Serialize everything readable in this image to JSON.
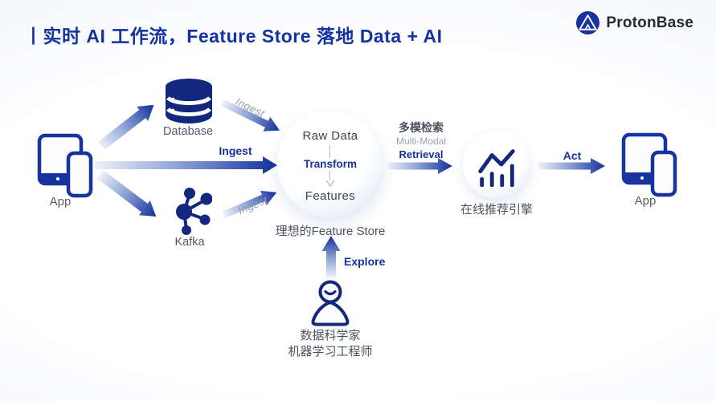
{
  "header": {
    "title": "丨实时 AI 工作流，Feature Store 落地 Data + AI",
    "brand": "ProtonBase"
  },
  "nodes": {
    "app_left": {
      "label": "App"
    },
    "database": {
      "label": "Database"
    },
    "kafka": {
      "label": "Kafka"
    },
    "feature_store": {
      "raw_data": "Raw Data",
      "transform": "Transform",
      "features": "Features",
      "caption": "理想的Feature Store"
    },
    "engine": {
      "label": "在线推荐引擎"
    },
    "app_right": {
      "label": "App"
    },
    "scientist": {
      "line1": "数据科学家",
      "line2": "机器学习工程师"
    }
  },
  "edges": {
    "ingest_database": {
      "label": "Ingest"
    },
    "ingest_app": {
      "label": "Ingest"
    },
    "ingest_kafka": {
      "label": "Ingest"
    },
    "retrieval": {
      "zh": "多模检索",
      "en_line1": "Multi-Modal",
      "en_line2": "Retrieval"
    },
    "act": {
      "label": "Act"
    },
    "explore": {
      "label": "Explore"
    }
  },
  "icons": [
    "protonbase-logo-icon",
    "tablet-phone-icon",
    "database-icon",
    "kafka-icon",
    "bar-chart-trend-icon",
    "person-icon",
    "arrow-icon"
  ],
  "colors": {
    "navy": "#16339E",
    "title_blue": "#1533A0",
    "gray_text": "#555B66",
    "light_gray_text": "#9AA2B1",
    "arrow_tail": "#EDF1F9",
    "arrow_head": "#12309C",
    "circle_ring": "#C9D5ED"
  }
}
